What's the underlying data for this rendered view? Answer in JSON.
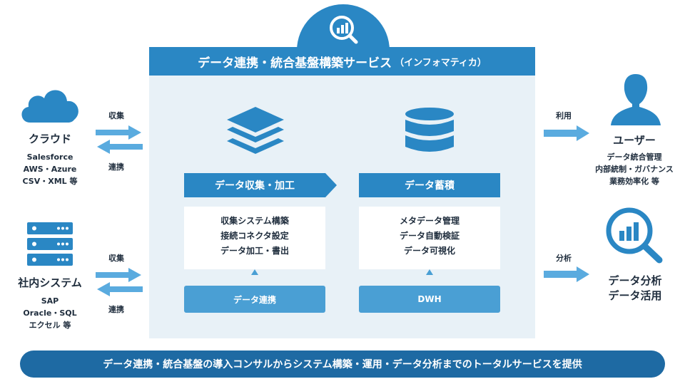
{
  "header": {
    "title": "データ連携・統合基盤構築サービス",
    "subtitle": "（インフォマティカ）"
  },
  "left": {
    "cloud": {
      "title": "クラウド",
      "lines": [
        "Salesforce",
        "AWS・Azure",
        "CSV・XML 等"
      ],
      "collect_label": "収集",
      "link_label": "連携"
    },
    "internal": {
      "title": "社内システム",
      "lines": [
        "SAP",
        "Oracle・SQL",
        "エクセル 等"
      ],
      "collect_label": "収集",
      "link_label": "連携"
    }
  },
  "center": {
    "process": {
      "heading": "データ収集・加工",
      "items": [
        "収集システム構築",
        "接続コネクタ設定",
        "データ加工・書出"
      ],
      "output": "データ連携"
    },
    "storage": {
      "heading": "データ蓄積",
      "items": [
        "メタデータ管理",
        "データ自動検証",
        "データ可視化"
      ],
      "output": "DWH"
    }
  },
  "right": {
    "user": {
      "arrow_label": "利用",
      "title": "ユーザー",
      "lines": [
        "データ統合管理",
        "内部統制・ガバナンス",
        "業務効率化 等"
      ]
    },
    "analysis": {
      "arrow_label": "分析",
      "title_lines": [
        "データ分析",
        "データ活用"
      ]
    }
  },
  "footer": {
    "text": "データ連携・統合基盤の導入コンサルからシステム構築・運用・データ分析までのトータルサービスを提供"
  },
  "colors": {
    "primary": "#2a87c4",
    "dark": "#1e6aa3",
    "arrow": "#5aabdf",
    "panel": "#e8f1f7"
  }
}
